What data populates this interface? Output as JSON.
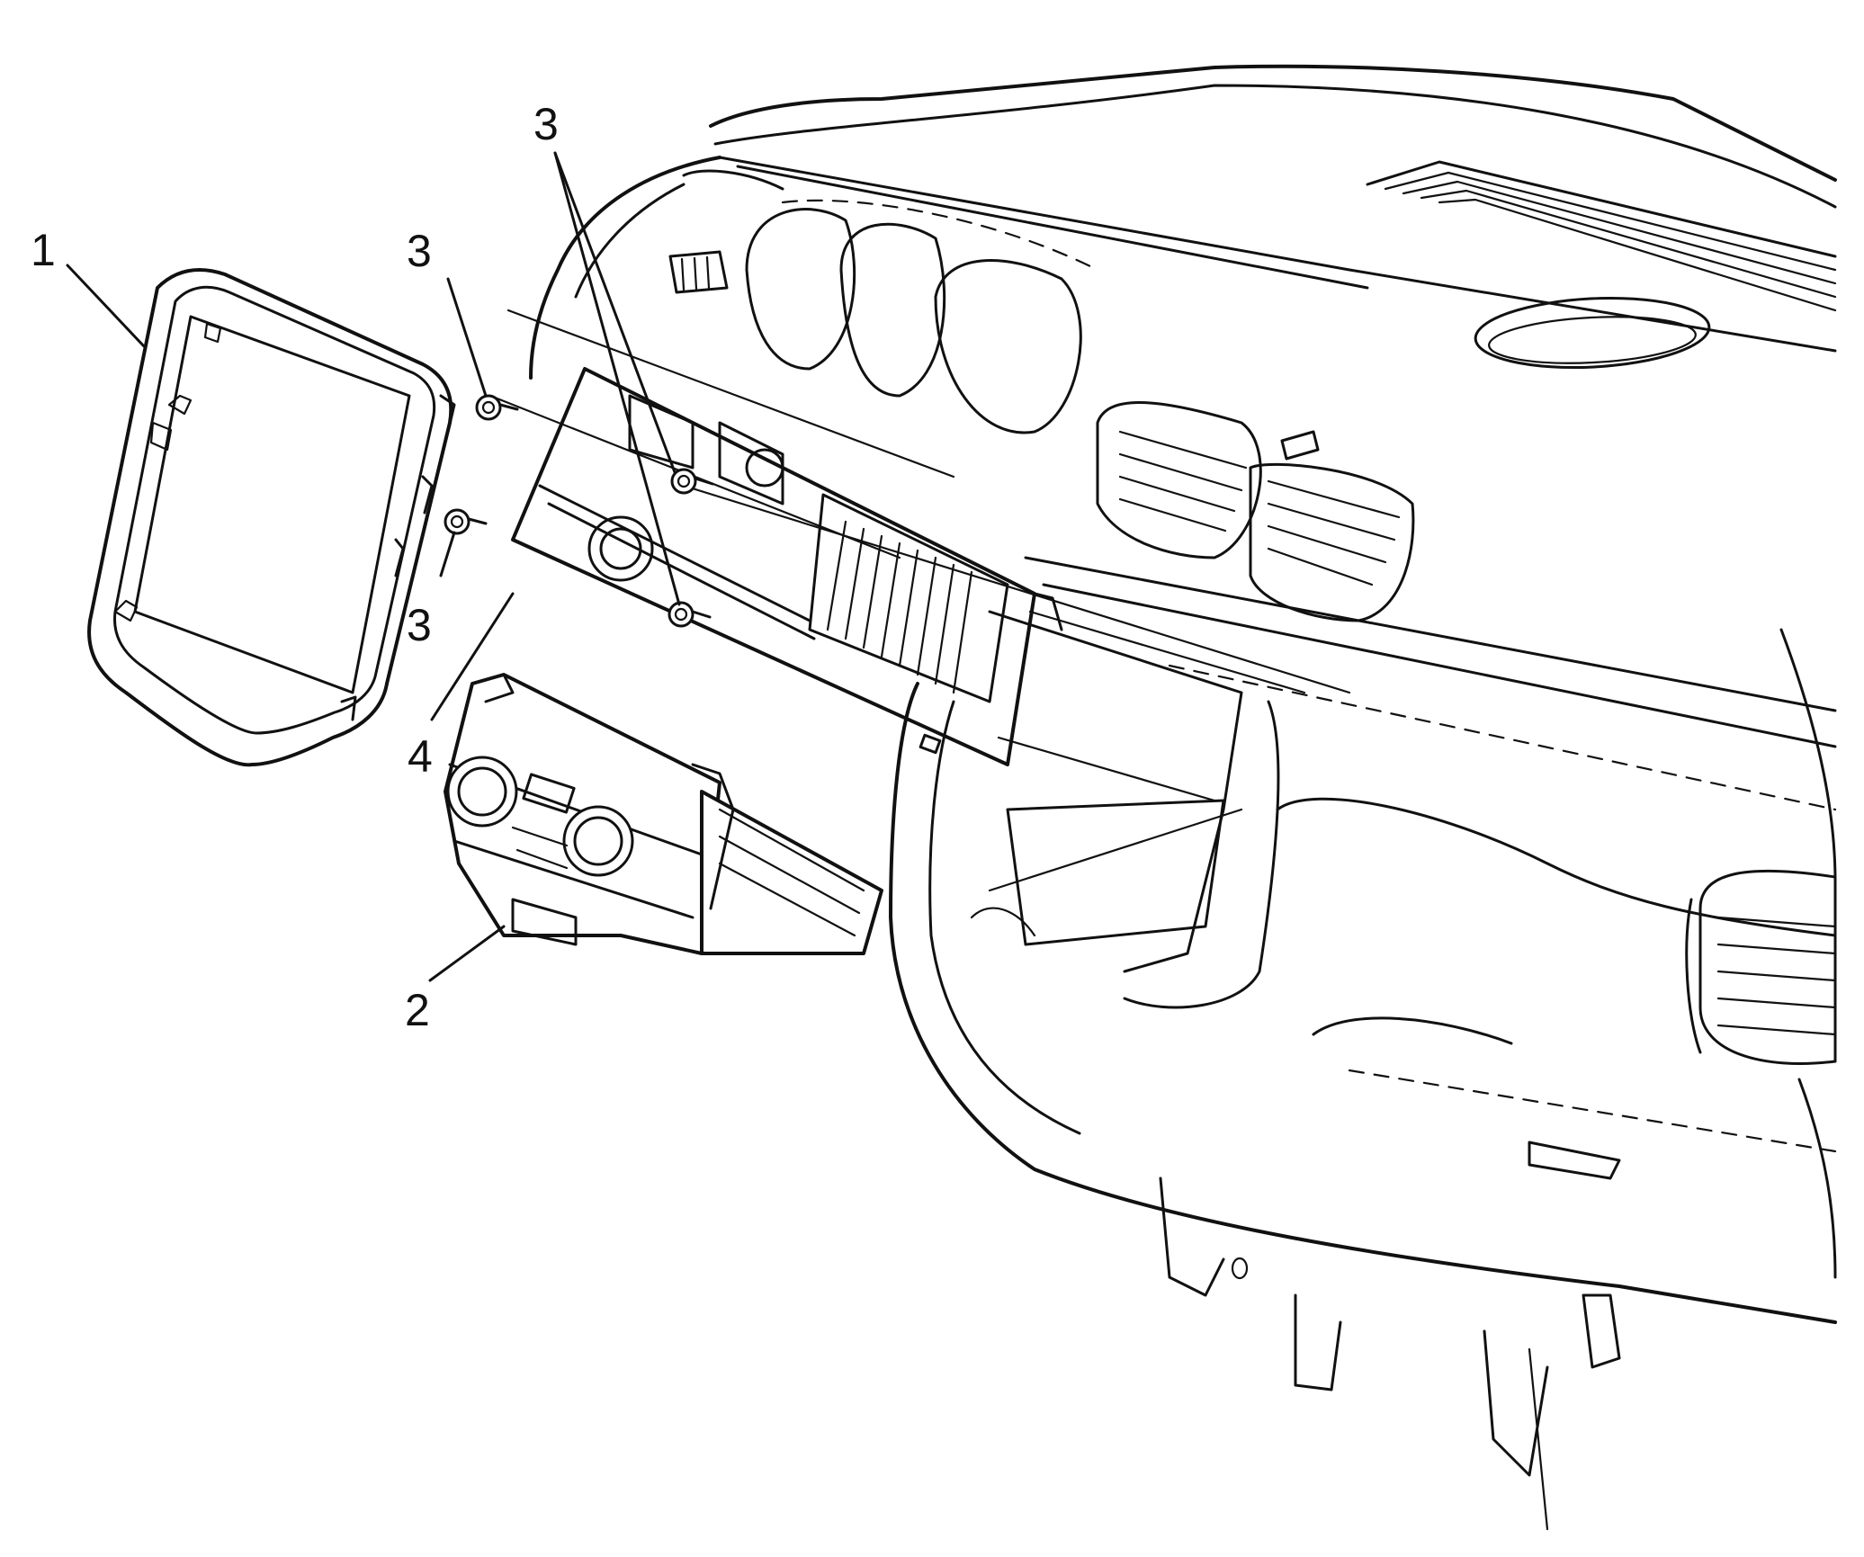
{
  "callouts": [
    {
      "id": "c1",
      "label": "1"
    },
    {
      "id": "c2",
      "label": "2"
    },
    {
      "id": "c3a",
      "label": "3"
    },
    {
      "id": "c3b",
      "label": "3"
    },
    {
      "id": "c3c",
      "label": "3"
    },
    {
      "id": "c4",
      "label": "4"
    }
  ]
}
